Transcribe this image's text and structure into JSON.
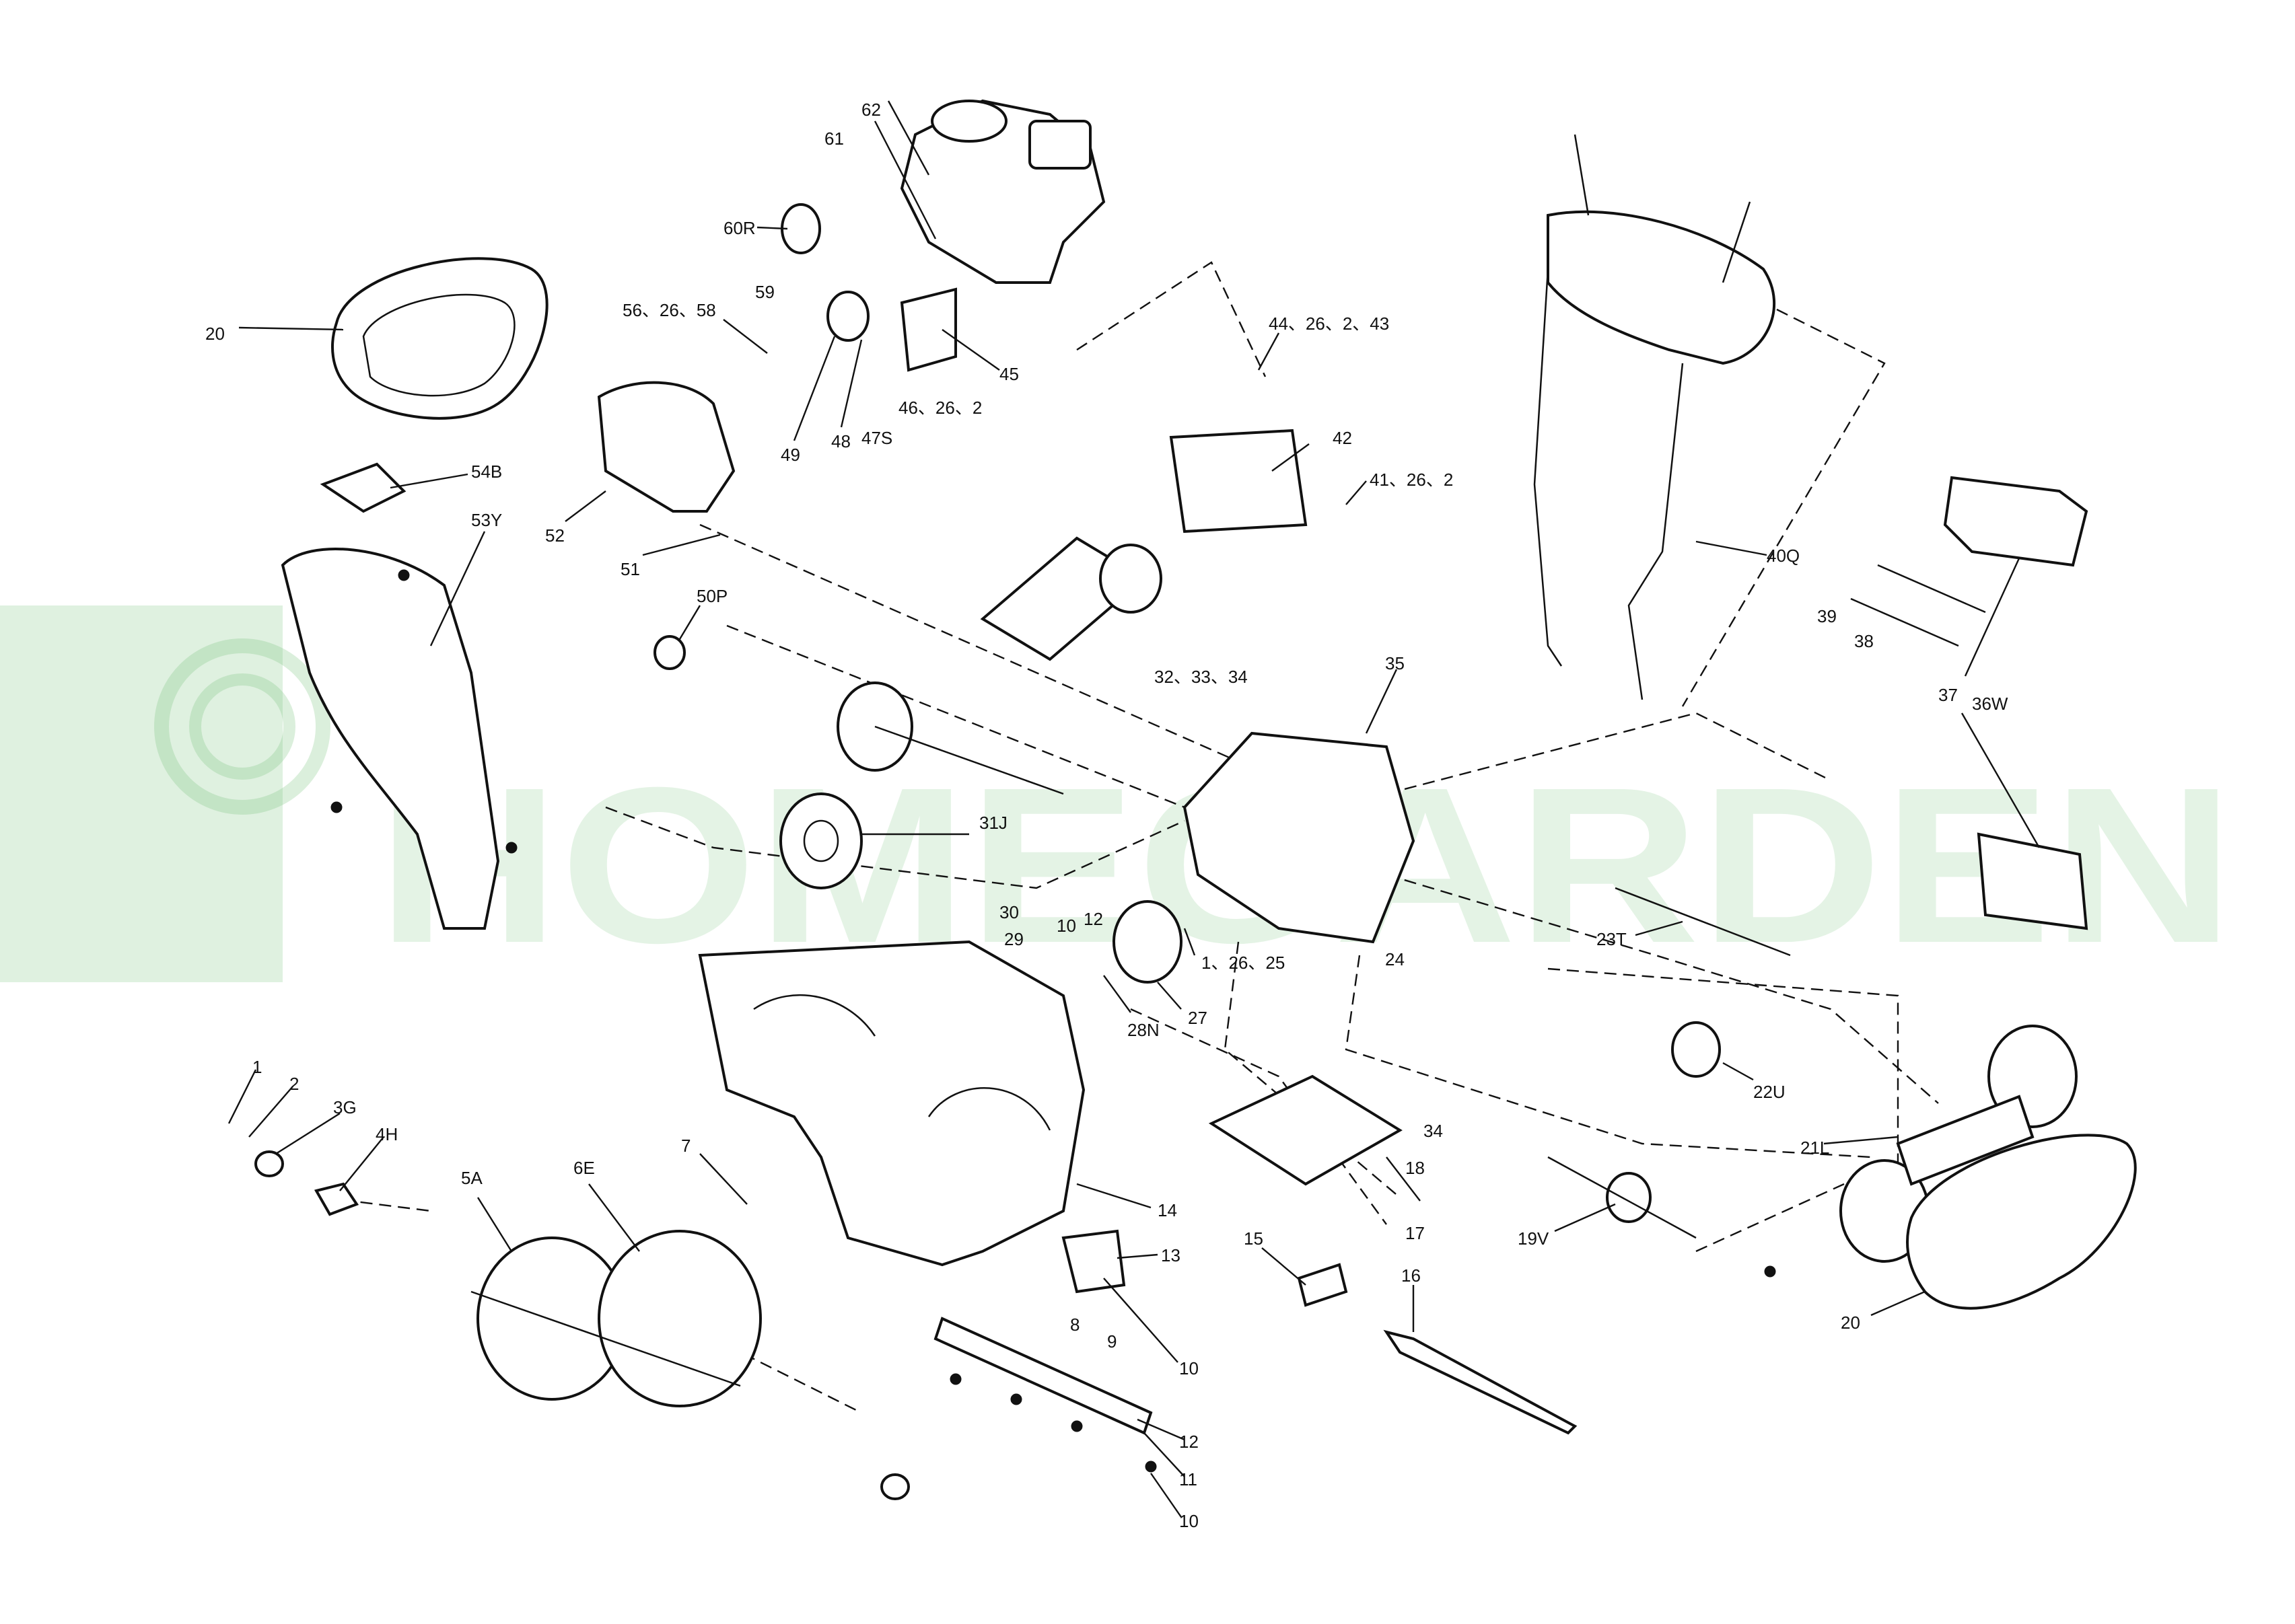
{
  "diagram": {
    "watermark_text": "HOMEGARDEN",
    "watermark_color": "#6fbf73",
    "line_color": "#111111",
    "background_color": "#ffffff"
  },
  "labels": [
    {
      "id": "l-20a",
      "text": "20"
    },
    {
      "id": "l-54b",
      "text": "54B"
    },
    {
      "id": "l-53y",
      "text": "53Y"
    },
    {
      "id": "l-52",
      "text": "52"
    },
    {
      "id": "l-51",
      "text": "51"
    },
    {
      "id": "l-56",
      "text": "56、26、58"
    },
    {
      "id": "l-59",
      "text": "59"
    },
    {
      "id": "l-49",
      "text": "49"
    },
    {
      "id": "l-48",
      "text": "48"
    },
    {
      "id": "l-47s",
      "text": "47S"
    },
    {
      "id": "l-61",
      "text": "61"
    },
    {
      "id": "l-62",
      "text": "62"
    },
    {
      "id": "l-60r",
      "text": "60R"
    },
    {
      "id": "l-45",
      "text": "45"
    },
    {
      "id": "l-46",
      "text": "46、26、2"
    },
    {
      "id": "l-44",
      "text": "44、26、2、43"
    },
    {
      "id": "l-42",
      "text": "42"
    },
    {
      "id": "l-41",
      "text": "41、26、2"
    },
    {
      "id": "l-40q",
      "text": "40Q"
    },
    {
      "id": "l-39",
      "text": "39"
    },
    {
      "id": "l-38",
      "text": "38"
    },
    {
      "id": "l-37",
      "text": "37"
    },
    {
      "id": "l-36w",
      "text": "36W"
    },
    {
      "id": "l-35",
      "text": "35"
    },
    {
      "id": "l-32",
      "text": "32、33、34"
    },
    {
      "id": "l-50p",
      "text": "50P"
    },
    {
      "id": "l-31j",
      "text": "31J"
    },
    {
      "id": "l-30",
      "text": "30"
    },
    {
      "id": "l-29",
      "text": "29"
    },
    {
      "id": "l-10a",
      "text": "10"
    },
    {
      "id": "l-12a",
      "text": "12"
    },
    {
      "id": "l-1-26-25",
      "text": "1、26、25"
    },
    {
      "id": "l-28n",
      "text": "28N"
    },
    {
      "id": "l-27",
      "text": "27"
    },
    {
      "id": "l-24",
      "text": "24"
    },
    {
      "id": "l-23t",
      "text": "23T"
    },
    {
      "id": "l-22u",
      "text": "22U"
    },
    {
      "id": "l-21l",
      "text": "21L"
    },
    {
      "id": "l-20b",
      "text": "20"
    },
    {
      "id": "l-34",
      "text": "34"
    },
    {
      "id": "l-18",
      "text": "18"
    },
    {
      "id": "l-17",
      "text": "17"
    },
    {
      "id": "l-19v",
      "text": "19V"
    },
    {
      "id": "l-15",
      "text": "15"
    },
    {
      "id": "l-16",
      "text": "16"
    },
    {
      "id": "l-14",
      "text": "14"
    },
    {
      "id": "l-13",
      "text": "13"
    },
    {
      "id": "l-8",
      "text": "8"
    },
    {
      "id": "l-9",
      "text": "9"
    },
    {
      "id": "l-10b",
      "text": "10"
    },
    {
      "id": "l-12b",
      "text": "12"
    },
    {
      "id": "l-11",
      "text": "11"
    },
    {
      "id": "l-10c",
      "text": "10"
    },
    {
      "id": "l-7",
      "text": "7"
    },
    {
      "id": "l-1",
      "text": "1"
    },
    {
      "id": "l-2",
      "text": "2"
    },
    {
      "id": "l-3g",
      "text": "3G"
    },
    {
      "id": "l-4h",
      "text": "4H"
    },
    {
      "id": "l-5a",
      "text": "5A"
    },
    {
      "id": "l-6e",
      "text": "6E"
    }
  ]
}
